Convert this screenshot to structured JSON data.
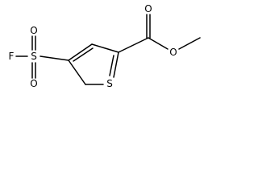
{
  "molecule": {
    "atoms": {
      "fluorine": "F",
      "sulfonyl_sulfur": "S",
      "sulfonyl_oxygen_top": "O",
      "sulfonyl_oxygen_bottom": "O",
      "ring_sulfur": "S",
      "carbonyl_oxygen": "O",
      "ester_oxygen": "O"
    },
    "colors": {
      "bond": "#000000",
      "label": "#000000",
      "background": "#ffffff"
    }
  }
}
